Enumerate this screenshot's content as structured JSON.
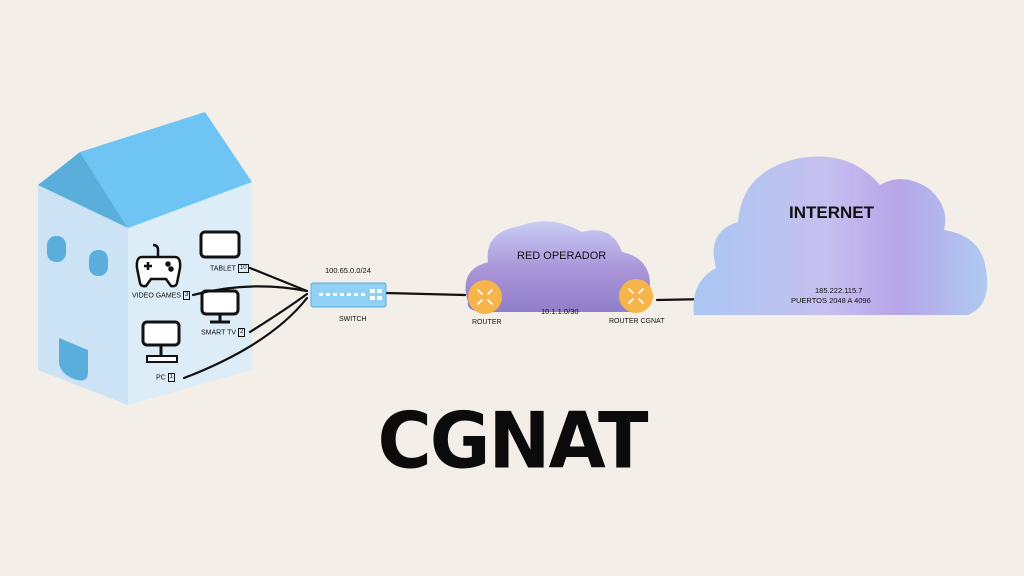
{
  "title": "CGNAT",
  "house": {
    "devices": [
      {
        "label": "TABLET",
        "count": "10"
      },
      {
        "label": "VIDEO GAMES",
        "count": "3"
      },
      {
        "label": "SMART TV",
        "count": "2"
      },
      {
        "label": "PC",
        "count": "1"
      }
    ]
  },
  "switch": {
    "label": "SWITCH",
    "subnet": "100.65.0.0/24"
  },
  "operator": {
    "cloud_label": "RED OPERADOR",
    "router_label": "ROUTER",
    "link_subnet": "10.1.1.0/30",
    "cgnat_label": "ROUTER CGNAT"
  },
  "internet": {
    "label": "INTERNET",
    "public_ip": "185.222.115.7",
    "ports": "PUERTOS 2048 A 4096"
  },
  "colors": {
    "background": "#f3eee8",
    "roof": "#6ec4f3",
    "house_wall": "#d8ebf7",
    "router": "#f6b54a",
    "cloud_operator": "#a78fd6",
    "cloud_internet": "#bfc8ef"
  }
}
